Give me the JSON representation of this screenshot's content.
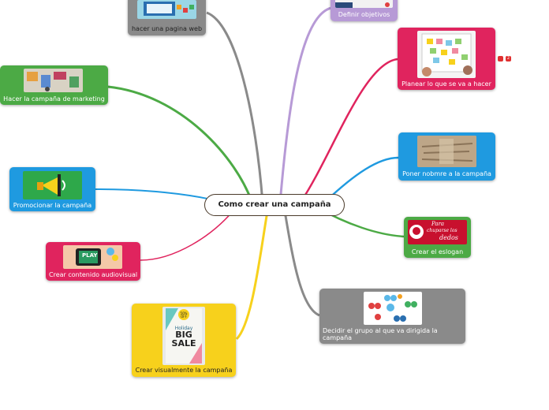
{
  "central_topic": "Como crear una campaña",
  "topics": [
    {
      "id": "web",
      "label": "hacer una pagina web",
      "color": "#8a8a8a"
    },
    {
      "id": "objetivos",
      "label": "Definir objetivos",
      "color": "#b79ad6"
    },
    {
      "id": "marketing",
      "label": "Hacer la campaña de marketing",
      "color": "#4caa45"
    },
    {
      "id": "planear",
      "label": "Planear lo que se va a hacer",
      "color": "#e0245e"
    },
    {
      "id": "promocionar",
      "label": "Promocionar la campaña",
      "color": "#1f9ae0"
    },
    {
      "id": "nombre",
      "label": "Poner nobmre a la campaña",
      "color": "#1f9ae0"
    },
    {
      "id": "eslogan",
      "label": "Crear el eslogan",
      "color": "#4caa45"
    },
    {
      "id": "audiovisual",
      "label": "Crear contenido audiovisual",
      "color": "#e0245e"
    },
    {
      "id": "grupo",
      "label": "Decidir el grupo al que va dirigida la campaña",
      "color": "#8a8a8a"
    },
    {
      "id": "visual",
      "label": "Crear visualmente la campaña",
      "color": "#f7d11c"
    }
  ],
  "images": {
    "play_text": "PLAY",
    "kfc_line1": "Para",
    "kfc_line2": "chuparse los",
    "kfc_line3": "dedos",
    "sale_line1": "Holiday",
    "sale_line2": "BIG",
    "sale_line3": "SALE",
    "sale_badge": "50% OFF"
  },
  "markers": {
    "count": "2"
  }
}
